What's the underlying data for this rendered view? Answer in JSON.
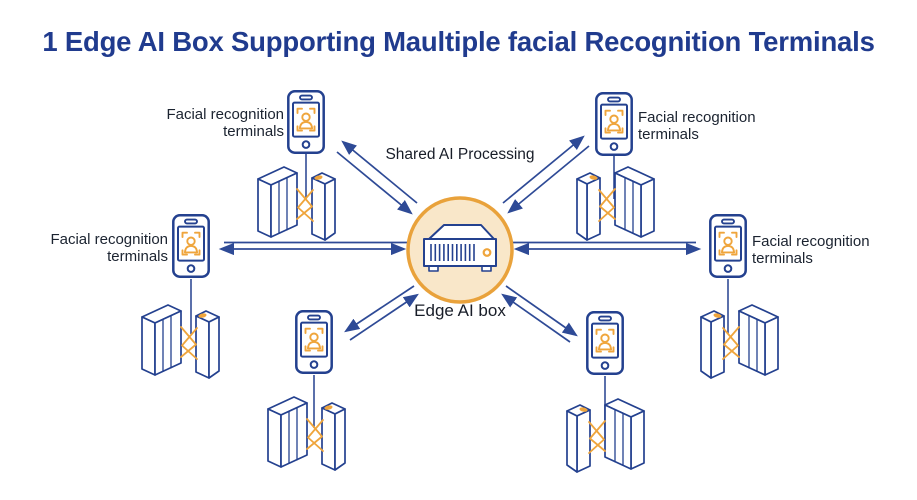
{
  "title": "1 Edge AI Box Supporting Maultiple facial Recognition Terminals",
  "center": {
    "shared_processing_label": "Shared AI Processing",
    "edge_box_label": "Edge AI box"
  },
  "terminal_labels": [
    {
      "position": "top-left",
      "text": "Facial recognition terminals"
    },
    {
      "position": "top-right",
      "text": "Facial recognition terminals"
    },
    {
      "position": "middle-left",
      "text": "Facial recognition terminals"
    },
    {
      "position": "middle-right",
      "text": "Facial recognition terminals"
    }
  ],
  "icons": {
    "center": "edge-ai-box-icon",
    "terminal": "facial-recognition-phone-icon",
    "gate": "turnstile-gate-icon",
    "connection": "bidirectional-arrow"
  },
  "colors": {
    "title_navy": "#203b8e",
    "outline_navy": "#24418f",
    "arrow_blue": "#2e4a96",
    "accent_orange": "#efa53c",
    "circle_border_orange": "#e9a23b",
    "circle_fill_cream": "#f9e7c9",
    "label_text": "#1b2330",
    "background": "#ffffff"
  }
}
